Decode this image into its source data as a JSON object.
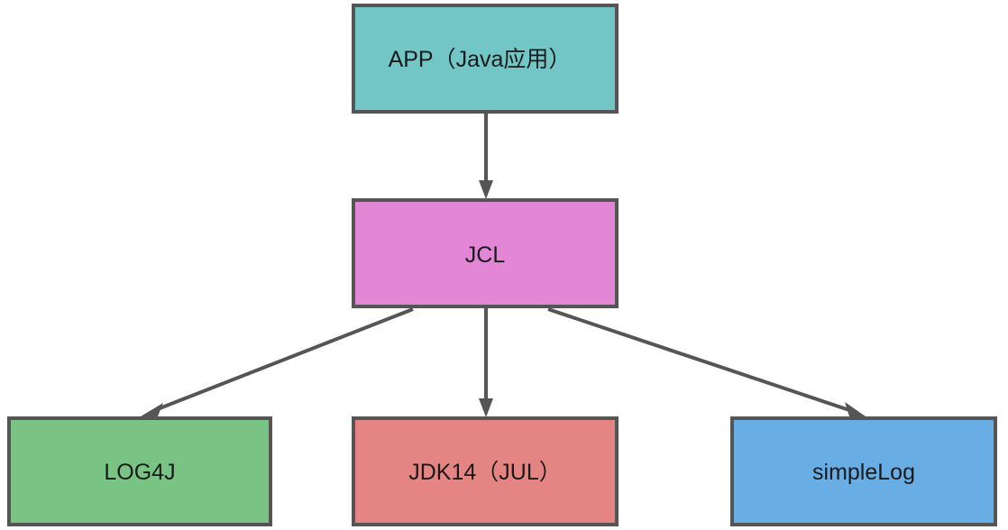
{
  "nodes": {
    "app": {
      "label": "APP（Java应用）",
      "color": "#72c6c6"
    },
    "jcl": {
      "label": "JCL",
      "color": "#e486d6"
    },
    "log4j": {
      "label": "LOG4J",
      "color": "#79c484"
    },
    "jdk14": {
      "label": "JDK14（JUL）",
      "color": "#e48584"
    },
    "simplelog": {
      "label": "simpleLog",
      "color": "#68aee5"
    }
  },
  "edges": [
    {
      "from": "app",
      "to": "jcl"
    },
    {
      "from": "jcl",
      "to": "log4j"
    },
    {
      "from": "jcl",
      "to": "jdk14"
    },
    {
      "from": "jcl",
      "to": "simplelog"
    }
  ]
}
